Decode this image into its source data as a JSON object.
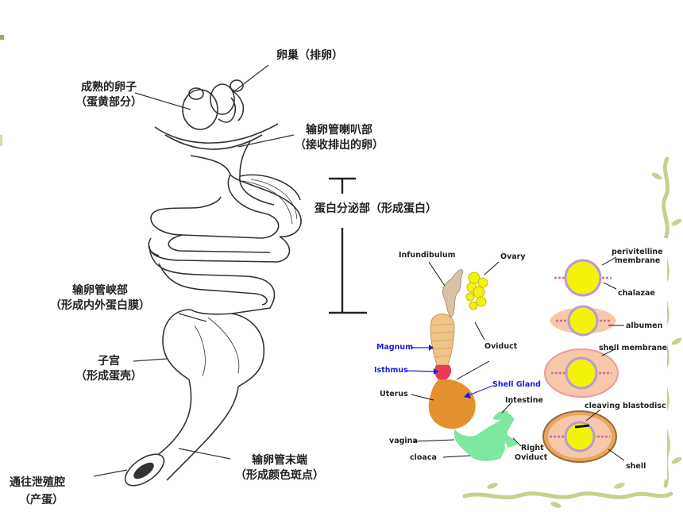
{
  "left_labels": {
    "ovary": "卵巢（排卵）",
    "mature_egg_1": "成熟的卵子",
    "mature_egg_2": "（蛋黄部分）",
    "infundibulum_1": "输卵管喇叭部",
    "infundibulum_2": "（接收排出的卵）",
    "magnum": "蛋白分泌部（形成蛋白）",
    "isthmus_1": "输卵管峡部",
    "isthmus_2": "（形成内外蛋白膜）",
    "uterus_1": "子宫",
    "uterus_2": "（形成蛋壳）",
    "end_1": "输卵管末端",
    "end_2": "（形成颜色斑点）",
    "cloaca_1": "通往泄殖腔",
    "cloaca_2": "（产蛋）"
  },
  "right_labels": {
    "infundibulum": "Infundibulum",
    "ovary": "Ovary",
    "magnum": "Magnum",
    "isthmus": "Isthmus",
    "oviduct": "Oviduct",
    "shell_gland": "Shell Gland",
    "uterus": "Uterus",
    "intestine": "Intestine",
    "vagina": "vagina",
    "right_oviduct_1": "Right",
    "right_oviduct_2": "Oviduct",
    "cloaca": "cloaca"
  },
  "egg_stages": {
    "perivitelline_1": "perivitelline",
    "perivitelline_2": "membrane",
    "chalazae": "chalazae",
    "albumen": "albumen",
    "shell_membrane": "shell membrane",
    "cleaving": "cleaving blastodisc",
    "shell": "shell"
  },
  "colors": {
    "accent_blue": "#1a1ae6",
    "yolk": "#f2f20a",
    "infundibulum": "#d8c3a5",
    "magnum": "#f0c487",
    "isthmus": "#ea3a58",
    "uterus": "#e3912f",
    "vagina": "#7de8a0",
    "albumen": "#f6c7a8",
    "shell": "#e7a760",
    "vine": "#c7d08c"
  }
}
